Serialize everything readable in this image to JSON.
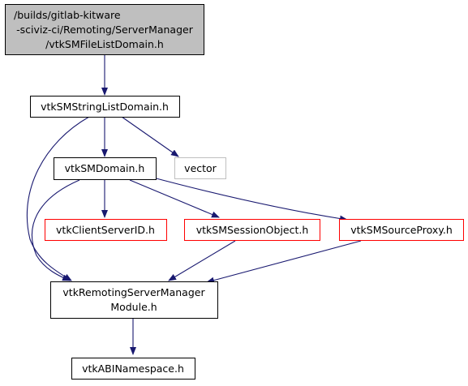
{
  "diagram": {
    "colors": {
      "edge": "#191970",
      "node_border_default": "#000000",
      "node_border_truncated": "#ff0000",
      "node_border_external": "#bfbfbf",
      "root_fill": "#bfbfbf",
      "node_fill": "#ffffff"
    },
    "nodes": {
      "root": {
        "lines": [
          "/builds/gitlab-kitware",
          "-sciviz-ci/Remoting/ServerManager",
          "/vtkSMFileListDomain.h"
        ]
      },
      "string_list_domain": {
        "lines": [
          "vtkSMStringListDomain.h"
        ]
      },
      "vector": {
        "lines": [
          "vector"
        ]
      },
      "domain": {
        "lines": [
          "vtkSMDomain.h"
        ]
      },
      "client_server_id": {
        "lines": [
          "vtkClientServerID.h"
        ]
      },
      "session_object": {
        "lines": [
          "vtkSMSessionObject.h"
        ]
      },
      "source_proxy": {
        "lines": [
          "vtkSMSourceProxy.h"
        ]
      },
      "remoting_module": {
        "lines": [
          "vtkRemotingServerManager",
          "Module.h"
        ]
      },
      "abi_namespace": {
        "lines": [
          "vtkABINamespace.h"
        ]
      }
    },
    "edges": [
      {
        "from": "root",
        "to": "string_list_domain"
      },
      {
        "from": "string_list_domain",
        "to": "domain"
      },
      {
        "from": "string_list_domain",
        "to": "vector"
      },
      {
        "from": "string_list_domain",
        "to": "remoting_module"
      },
      {
        "from": "domain",
        "to": "client_server_id"
      },
      {
        "from": "domain",
        "to": "session_object"
      },
      {
        "from": "domain",
        "to": "source_proxy"
      },
      {
        "from": "domain",
        "to": "remoting_module"
      },
      {
        "from": "session_object",
        "to": "remoting_module"
      },
      {
        "from": "source_proxy",
        "to": "remoting_module"
      },
      {
        "from": "remoting_module",
        "to": "abi_namespace"
      }
    ]
  }
}
